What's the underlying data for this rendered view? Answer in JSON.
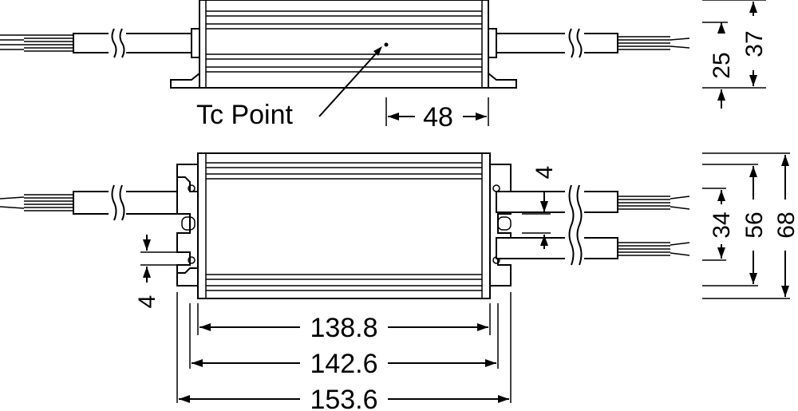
{
  "labels": {
    "tc_point": "Tc Point",
    "dim_48": "48",
    "dim_25": "25",
    "dim_37": "37",
    "dim_4_top": "4",
    "dim_34": "34",
    "dim_56": "56",
    "dim_68": "68",
    "dim_4_left": "4",
    "dim_138_8": "138.8",
    "dim_142_6": "142.6",
    "dim_153_6": "153.6"
  }
}
